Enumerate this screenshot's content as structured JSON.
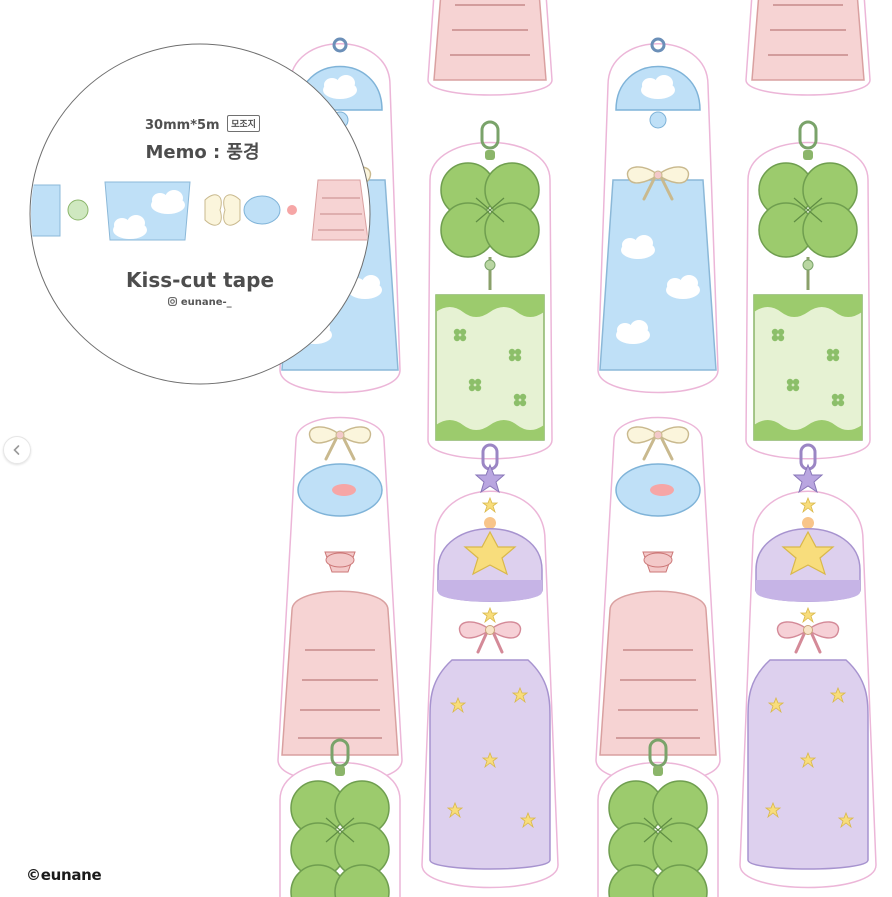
{
  "product": {
    "spec": "30mm*5m",
    "paper_tag": "모조지",
    "name": "Memo : 풍경",
    "tape_type": "Kiss-cut tape",
    "handle": "eunane-_"
  },
  "watermark": "©eunane",
  "icons": {
    "prev": "chevron-left-icon",
    "instagram": "instagram-icon"
  },
  "colors": {
    "sky_blue": "#bfe0f7",
    "clover_green": "#9ccb6d",
    "pale_green": "#e6f2d3",
    "blush_pink": "#f6d3d3",
    "lavender": "#ddd0ee",
    "star_yellow": "#f8dd7c",
    "kiss_cut_outline": "#ecb6d8"
  }
}
